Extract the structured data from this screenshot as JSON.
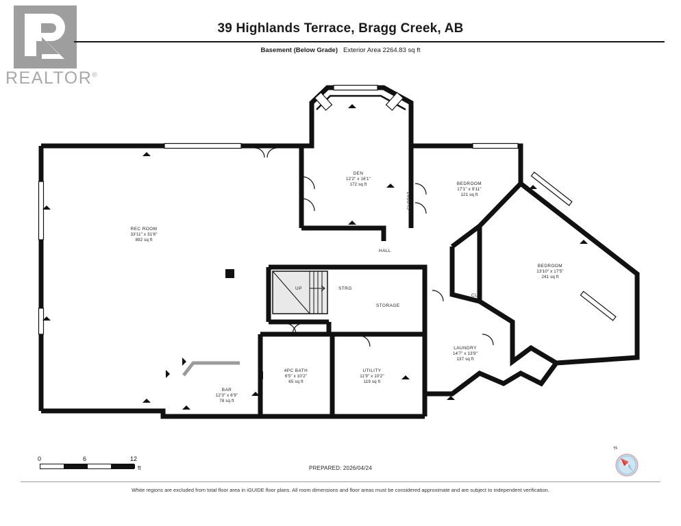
{
  "header": {
    "title": "39 Highlands Terrace, Bragg Creek, AB",
    "level_label": "Basement (Below Grade)",
    "area_label": "Exterior Area 2264.83 sq ft",
    "logo_word": "REALTOR",
    "logo_letter": "R",
    "logo_registered": "®"
  },
  "rooms": [
    {
      "name": "REC ROOM",
      "dimensions": "33'11\" x 31'6\"",
      "area": "892 sq ft"
    },
    {
      "name": "DEN",
      "dimensions": "12'2\" x 16'1\"",
      "area": "172 sq ft"
    },
    {
      "name": "BEDROOM",
      "dimensions": "17'1\" x 9'11\"",
      "area": "121 sq ft"
    },
    {
      "name": "BEDROOM",
      "dimensions": "13'10\" x 17'5\"",
      "area": "241 sq ft"
    },
    {
      "name": "LAUNDRY",
      "dimensions": "14'7\" x 13'9\"",
      "area": "137 sq ft"
    },
    {
      "name": "4PC BATH",
      "dimensions": "6'5\" x 10'2\"",
      "area": "65 sq ft"
    },
    {
      "name": "UTILITY",
      "dimensions": "11'9\" x 10'2\"",
      "area": "119 sq ft"
    },
    {
      "name": "BAR",
      "dimensions": "12'3\" x 6'9\"",
      "area": "78 sq ft"
    }
  ],
  "small_labels": {
    "hall": "HALL",
    "storage": "STORAGE",
    "strg": "STRG",
    "closet": "CLOSET",
    "cl": "CL",
    "up": "UP"
  },
  "scale": {
    "min": "0",
    "mid": "6",
    "max": "12",
    "unit": "ft"
  },
  "footer": {
    "prepared": "PREPARED: 2026/04/24",
    "disclaimer": "White regions are excluded from total floor area in iGUIDE floor plans. All room dimensions and floor areas must be considered approximate and are subject to independent verification."
  },
  "compass": {
    "north_label": "N"
  },
  "colors": {
    "wall": "#111111",
    "logo_gray": "#9e9e9e",
    "compass_disc": "#bcd9ec",
    "compass_needle": "#d8372b"
  }
}
